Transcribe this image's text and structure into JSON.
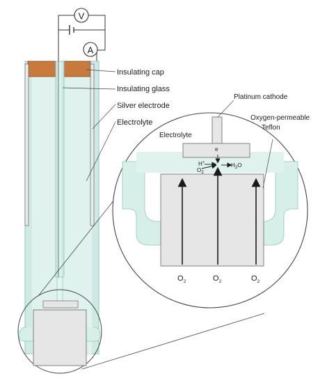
{
  "labels": {
    "insulating_cap": "Insulating cap",
    "insulating_glass": "Insulating glass",
    "silver_electrode": "Silver electrode",
    "electrolyte": "Electrolyte",
    "platinum_cathode": "Platinum cathode",
    "oxygen_permeable_line1": "Oxygen-permeable",
    "oxygen_permeable_line2": "Teflon",
    "electrolyte_inset": "Electrolyte"
  },
  "meters": {
    "voltmeter": "V",
    "ammeter": "A"
  },
  "reaction": {
    "electron": "e",
    "proton": "H",
    "proton_charge": "+",
    "oxygen": "O",
    "oxygen_sub": "2",
    "water": "H",
    "water_sub": "2",
    "water_tail": "O"
  },
  "o2_arrows": [
    {
      "main": "O",
      "sub": "2"
    },
    {
      "main": "O",
      "sub": "2"
    },
    {
      "main": "O",
      "sub": "2"
    }
  ],
  "colors": {
    "electrolyte": "#d6efe9",
    "glass_edge": "#8fc8bf",
    "cap": "#c87a3c",
    "membrane": "#e6e6e6",
    "electrode": "#e8ecea",
    "line": "#333333"
  }
}
